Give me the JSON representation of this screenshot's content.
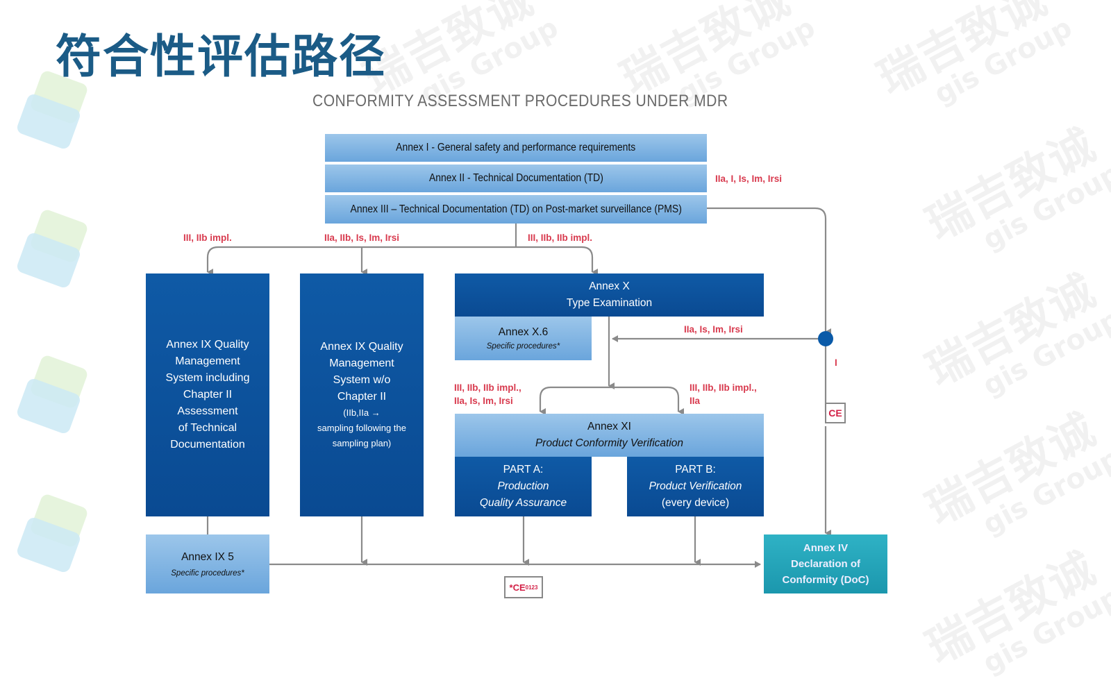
{
  "page_title": "符合性评估路径",
  "diagram_title": "CONFORMITY ASSESSMENT PROCEDURES UNDER MDR",
  "watermark": {
    "cn": "瑞吉致诚",
    "en": "gis Group"
  },
  "colors": {
    "title": "#1b5b86",
    "dark_box": "#0a4a92",
    "light_box": "#7fb3e2",
    "doc_box": "#1f9db3",
    "class_label": "#d83a4e",
    "connector": "#8a8a8a"
  },
  "annex_bars": [
    {
      "label": "Annex I - General safety and performance requirements"
    },
    {
      "label": "Annex II - Technical Documentation (TD)"
    },
    {
      "label": "Annex III – Technical Documentation (TD) on Post-market surveillance (PMS)"
    }
  ],
  "boxes": {
    "annex_ix_with_ch2": {
      "lines": [
        "Annex IX Quality",
        "Management",
        "System including",
        "Chapter II",
        "Assessment",
        "of Technical",
        "Documentation"
      ]
    },
    "annex_ix_without_ch2": {
      "lines": [
        "Annex IX Quality",
        "Management",
        "System w/o",
        "Chapter II",
        "(IIb,IIa →",
        "sampling following the",
        "sampling plan)"
      ]
    },
    "annex_x": {
      "title": "Annex X",
      "subtitle": "Type Examination"
    },
    "annex_x6": {
      "title": "Annex X.6",
      "subtitle": "Specific procedures*"
    },
    "annex_xi": {
      "title": "Annex XI",
      "subtitle": "Product Conformity Verification"
    },
    "part_a": {
      "title": "PART A:",
      "line1": "Production",
      "line2": "Quality Assurance"
    },
    "part_b": {
      "title": "PART B:",
      "line1": "Product Verification",
      "line2": "(every device)"
    },
    "annex_ix5": {
      "title": "Annex IX 5",
      "subtitle": "Specific procedures*"
    },
    "annex_iv": {
      "lines": [
        "Annex IV",
        "Declaration of",
        "Conformity (DoC)"
      ]
    }
  },
  "class_labels": {
    "top_right": "IIa, I, Is, Im, Irsi",
    "to_ix_full": "III, IIb impl.",
    "to_ix_partial": "IIa, IIb, Is, Im, Irsi",
    "to_annex_x": "III, IIb, IIb impl.",
    "junction_left": "IIa, Is, Im, Irsi",
    "class_i": "I",
    "xi_left_1": "III, IIb, IIb impl.,",
    "xi_left_2": "IIa, Is, Im, Irsi",
    "xi_right_1": "III, IIb, IIb impl.,",
    "xi_right_2": "IIa"
  },
  "ce_marks": {
    "class_i": "CE",
    "notified_body": "*CE",
    "notified_body_sub": "0123"
  }
}
